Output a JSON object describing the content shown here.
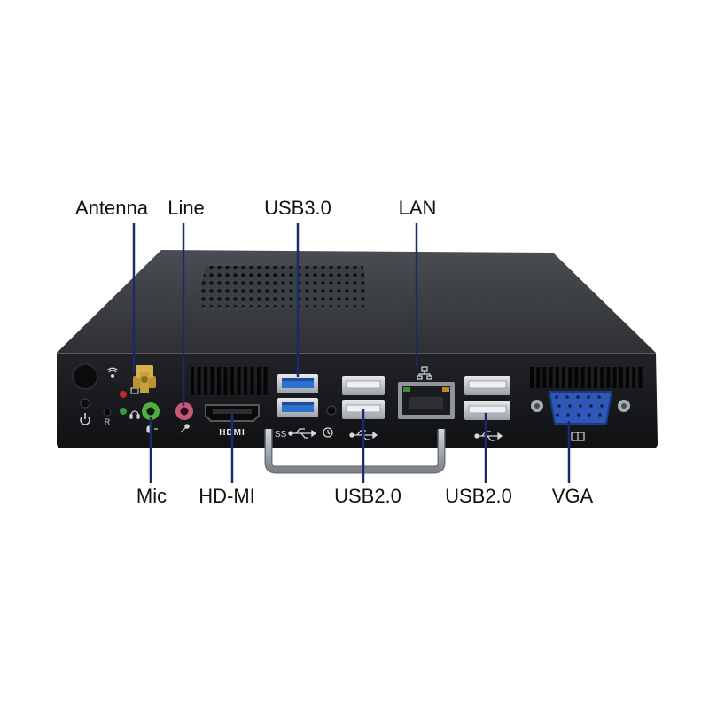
{
  "labels": {
    "antenna": "Antenna",
    "line": "Line",
    "usb30": "USB3.0",
    "lan": "LAN",
    "mic": "Mic",
    "hdmi_callout": "HD-MI",
    "usb20_a": "USB2.0",
    "usb20_b": "USB2.0",
    "vga": "VGA"
  },
  "port_markings": {
    "hdmi": "HDMI",
    "ss_usb": "SS",
    "reset": "R"
  },
  "colors": {
    "background": "#ffffff",
    "case_top": "#3c3f44",
    "case_front": "#17181b",
    "callout_line": "#1a2a6e",
    "label_text": "#111111",
    "usb3_blue": "#2f6fd0",
    "vga_blue": "#2e57b8",
    "line_out_pink": "#c8577a",
    "mic_green": "#4fae3f",
    "led_red": "#c0272d",
    "led_green": "#3a9a3a",
    "handle": "#a7acb2"
  },
  "icons": [
    "power-icon",
    "wifi-icon",
    "usb-icon",
    "lan-icon",
    "headphone-icon",
    "microphone-icon",
    "vga-icon",
    "reset-icon"
  ]
}
